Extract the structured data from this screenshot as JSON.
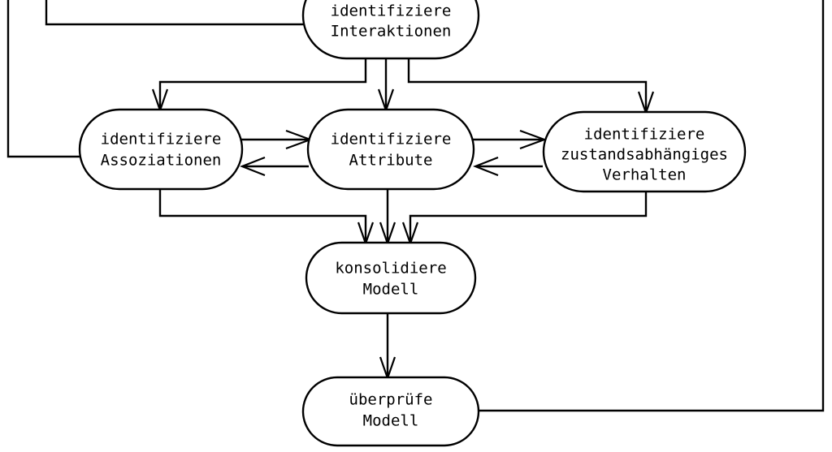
{
  "diagram": {
    "type": "flowchart",
    "language": "de",
    "background_color": "#ffffff",
    "line_color": "#000000",
    "node_fill": "#ffffff",
    "nodes": [
      {
        "id": "interaktionen",
        "lines": [
          "identifiziere",
          "Interaktionen"
        ],
        "line1": "identifiziere",
        "line2": "Interaktionen",
        "line3": ""
      },
      {
        "id": "assoziationen",
        "lines": [
          "identifiziere",
          "Assoziationen"
        ],
        "line1": "identifiziere",
        "line2": "Assoziationen",
        "line3": ""
      },
      {
        "id": "attribute",
        "lines": [
          "identifiziere",
          "Attribute"
        ],
        "line1": "identifiziere",
        "line2": "Attribute",
        "line3": ""
      },
      {
        "id": "verhalten",
        "lines": [
          "identifiziere",
          "zustandsabhängiges",
          "Verhalten"
        ],
        "line1": "identifiziere",
        "line2": "zustandsabhängiges",
        "line3": "Verhalten"
      },
      {
        "id": "konsolidiere",
        "lines": [
          "konsolidiere",
          "Modell"
        ],
        "line1": "konsolidiere",
        "line2": "Modell",
        "line3": ""
      },
      {
        "id": "ueberpruefe",
        "lines": [
          "überprüfe",
          "Modell"
        ],
        "line1": "überprüfe",
        "line2": "Modell",
        "line3": ""
      }
    ],
    "edges": [
      {
        "id": "interaktionen-to-assoziationen",
        "from": "interaktionen",
        "to": "assoziationen",
        "arrow": "single"
      },
      {
        "id": "interaktionen-to-attribute",
        "from": "interaktionen",
        "to": "attribute",
        "arrow": "single"
      },
      {
        "id": "interaktionen-to-verhalten",
        "from": "interaktionen",
        "to": "verhalten",
        "arrow": "single"
      },
      {
        "id": "assoziationen-to-attribute",
        "from": "assoziationen",
        "to": "attribute",
        "arrow": "single"
      },
      {
        "id": "attribute-to-assoziationen",
        "from": "attribute",
        "to": "assoziationen",
        "arrow": "single"
      },
      {
        "id": "attribute-to-verhalten",
        "from": "attribute",
        "to": "verhalten",
        "arrow": "single"
      },
      {
        "id": "verhalten-to-attribute",
        "from": "verhalten",
        "to": "attribute",
        "arrow": "single"
      },
      {
        "id": "assoziationen-to-konsolidiere",
        "from": "assoziationen",
        "to": "konsolidiere",
        "arrow": "single"
      },
      {
        "id": "attribute-to-konsolidiere",
        "from": "attribute",
        "to": "konsolidiere",
        "arrow": "single"
      },
      {
        "id": "verhalten-to-konsolidiere",
        "from": "verhalten",
        "to": "konsolidiere",
        "arrow": "single"
      },
      {
        "id": "konsolidiere-to-ueberpruefe",
        "from": "konsolidiere",
        "to": "ueberpruefe",
        "arrow": "single"
      },
      {
        "id": "ueberpruefe-feedback-right",
        "from": "ueberpruefe",
        "to": "offscreen-top-right",
        "arrow": "none"
      },
      {
        "id": "offscreen-top-left-to-assoziationen",
        "from": "offscreen-top-left",
        "to": "assoziationen",
        "arrow": "none"
      },
      {
        "id": "interaktionen-feedback-left",
        "from": "interaktionen",
        "to": "offscreen-top",
        "arrow": "none"
      }
    ]
  }
}
